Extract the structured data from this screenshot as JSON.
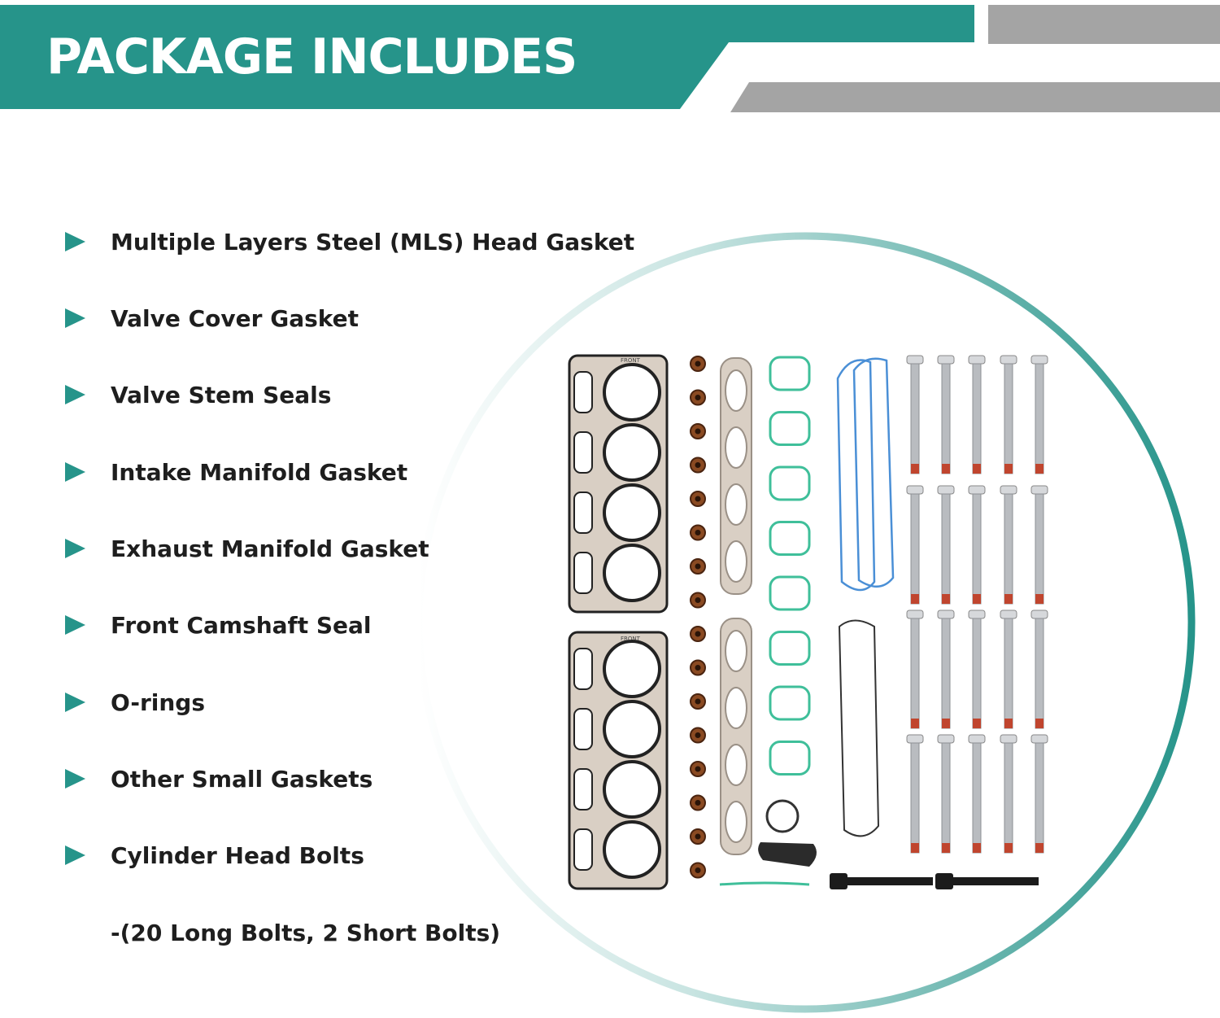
{
  "banner": {
    "title": "PACKAGE INCLUDES",
    "accent_color": "#26948a",
    "stripe_color": "#a4a4a4"
  },
  "items": [
    {
      "label": "Multiple Layers Steel (MLS) Head Gasket",
      "bullet": true
    },
    {
      "label": "Valve Cover Gasket",
      "bullet": true
    },
    {
      "label": "Valve Stem Seals",
      "bullet": true
    },
    {
      "label": "Intake Manifold Gasket",
      "bullet": true
    },
    {
      "label": "Exhaust Manifold Gasket",
      "bullet": true
    },
    {
      "label": "Front Camshaft Seal",
      "bullet": true
    },
    {
      "label": "O-rings",
      "bullet": true
    },
    {
      "label": "Other Small Gaskets",
      "bullet": true
    },
    {
      "label": "Cylinder Head Bolts",
      "bullet": true
    },
    {
      "label": "-(20 Long Bolts, 2 Short Bolts)",
      "bullet": false
    }
  ],
  "product_image": {
    "head_gasket_stamp": "FRONT",
    "colors": {
      "gasket_steel": "#d9cfc4",
      "gasket_outline": "#222222",
      "valve_seal": "#8a4a22",
      "intake_gasket": "#3fbf9a",
      "valve_cover_gasket": "#4a8fd6",
      "bolt": "#b9bcc0",
      "bolt_tip": "#c0452e",
      "short_bolt": "#1b1b1b"
    }
  }
}
